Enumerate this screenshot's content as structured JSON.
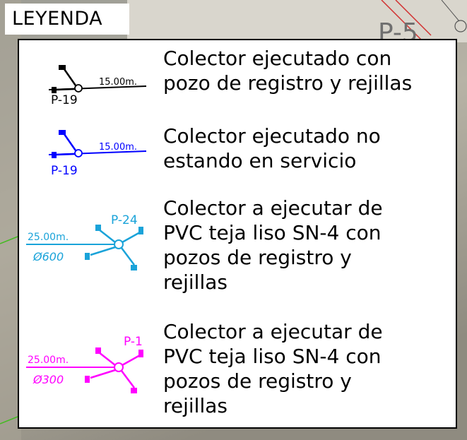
{
  "background": {
    "map_label": "P-5"
  },
  "legend": {
    "title": "LEYENDA",
    "entries": [
      {
        "id": "ejecutado",
        "text": "Colector ejecutado con\npozo de registro y rejillas",
        "symbol": {
          "well_label": "P-19",
          "length_label": "15.00m.",
          "color": "#000000"
        }
      },
      {
        "id": "no-servicio",
        "text": "Colector ejecutado no\nestando en servicio",
        "symbol": {
          "well_label": "P-19",
          "length_label": "15.00m.",
          "color": "#0000ff"
        }
      },
      {
        "id": "ejecutar-600",
        "text": "Colector a ejecutar de\nPVC teja liso SN-4 con\npozos de registro y\nrejillas",
        "symbol": {
          "well_label": "P-24",
          "length_label": "25.00m.",
          "diameter_label": "Ø600",
          "color": "#1aa3d9"
        }
      },
      {
        "id": "ejecutar-300",
        "text": "Colector a ejecutar de\nPVC teja liso SN-4 con\npozos de registro y\nrejillas",
        "symbol": {
          "well_label": "P-1",
          "length_label": "25.00m.",
          "diameter_label": "Ø300",
          "color": "#ff00ff"
        }
      }
    ]
  }
}
